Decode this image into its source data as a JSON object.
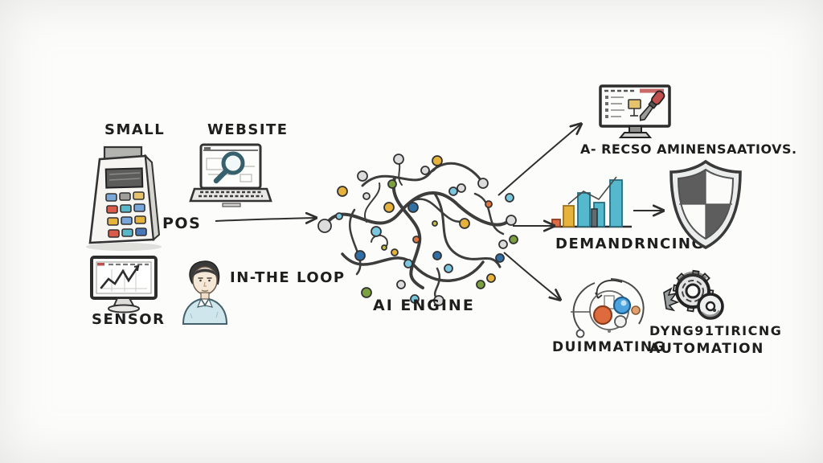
{
  "canvas": {
    "background": "#fcfcfb",
    "style": "hand-drawn sketch flow diagram"
  },
  "labels": {
    "small": "SMALL",
    "pos": "POS",
    "website": "WEBSITE",
    "sensor": "SENSOR",
    "human": "IN-THE LOOP",
    "ai_engine": "AI ENGINE",
    "recommendations": "A- RECSO AMINENSAATIOVS.",
    "demand": "DEMANDRNCING",
    "cycle": "DUIMMATING",
    "automation1": "DYNG91TIRICNG",
    "automation2": "AUTOMATION"
  },
  "diagram": {
    "type": "flow",
    "inputs": [
      {
        "icon": "pos-terminal",
        "labels": [
          "SMALL",
          "POS"
        ]
      },
      {
        "icon": "laptop-with-magnifier",
        "labels": [
          "WEBSITE"
        ]
      },
      {
        "icon": "monitor-line-chart",
        "labels": [
          "SENSOR"
        ]
      },
      {
        "icon": "person",
        "labels": [
          "IN-THE LOOP"
        ]
      }
    ],
    "center": {
      "icon": "neural-network-tangle",
      "label": "AI ENGINE"
    },
    "outputs": [
      {
        "icon": "monitor-with-screwdriver",
        "label": "A- RECSO AMINENSAATIOVS."
      },
      {
        "icon": "bar-chart",
        "label": "DEMANDRNCING",
        "connects_to": "shield"
      },
      {
        "icon": "shield-quartered",
        "label": ""
      },
      {
        "icon": "cycle-diagram",
        "label": "DUIMMATING"
      },
      {
        "icon": "gears",
        "label": "DYNG91TIRICNG AUTOMATION"
      }
    ],
    "arrows": [
      {
        "from": "website/inputs",
        "to": "ai-engine",
        "direction": "right"
      },
      {
        "from": "ai-engine",
        "to": "recommendations-monitor",
        "direction": "up-right"
      },
      {
        "from": "ai-engine",
        "to": "demand-bar-chart",
        "direction": "right"
      },
      {
        "from": "ai-engine",
        "to": "cycle-diagram",
        "direction": "down-right"
      },
      {
        "from": "demand-bar-chart",
        "to": "shield",
        "direction": "right"
      }
    ]
  },
  "palette": {
    "ink": "#2f2f2f",
    "node_gray": "#dcdcdc",
    "node_yellow": "#e7b23c",
    "node_blue": "#2f6fa5",
    "node_lightblue": "#7cc7e0",
    "node_green": "#7ba03f",
    "node_orange": "#df7440",
    "bar_teal": "#55b8cc",
    "bar_yellow": "#e6b33c",
    "bar_orange": "#dd6b45",
    "accent_red": "#c0504d",
    "shirt_blue": "#cfe6ec"
  }
}
